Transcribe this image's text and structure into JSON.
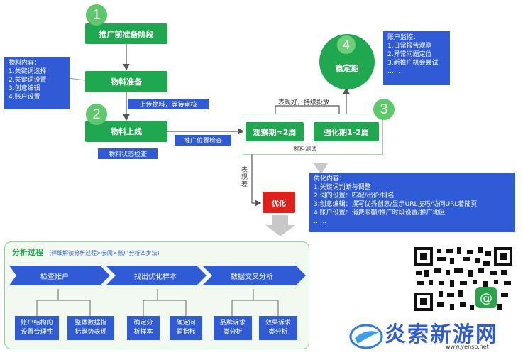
{
  "steps": {
    "s1": {
      "num": "1",
      "label": "推广前准备阶段"
    },
    "material_prep": "物料准备",
    "s2": {
      "num": "2",
      "label": "物料上线"
    },
    "s3": {
      "num": "3"
    },
    "s4": {
      "num": "4",
      "label": "稳定期"
    },
    "observe": "观察期≈2周",
    "strengthen": "强化期1-2周",
    "material_test": "物料测试",
    "optimize": "优化"
  },
  "notes": {
    "material_content": [
      "物料内容：",
      "1.关键词选择",
      "2.关键词设置",
      "3.创意编辑",
      "4.账户设置"
    ],
    "upload": "上传物料，等待审核",
    "status_check": "物料状态检查",
    "position_check": "推广位置检查",
    "good_performance": "表现好，持续投放",
    "poor_performance": "表现差",
    "monitor": [
      "账户监控：",
      "1.日常报告观测",
      "2.异常问题定位",
      "3.新推广机会尝试",
      "……"
    ],
    "optimize_content": [
      "优化内容：",
      "1.关键词判断与调整",
      "2.词的设置：匹配/出价/排名",
      "3.创意编辑：撰写优秀创意/显示URL技巧/访问URL着陆页",
      "4.账户设置：消费限额/推广时段设置/推广地区",
      "……"
    ]
  },
  "analysis": {
    "title": "分析过程",
    "subtitle": "（详细解读分析过程>参阅>账户分析四步法）",
    "phases": [
      "检查账户",
      "找出优化样本",
      "数据交叉分析"
    ],
    "leaves": [
      "账户结构的\n设置合理性",
      "整体数据指\n标趋势表现",
      "确定分\n析样本",
      "确定问\n题指标",
      "品牌诉求\n类分析",
      "效果诉求\n类分析"
    ]
  },
  "brand": {
    "name": "炎索新游网",
    "url": "www.yenso.net"
  },
  "colors": {
    "green": "#1fa84f",
    "blue": "#2f5cd6",
    "red": "#e0201b"
  }
}
